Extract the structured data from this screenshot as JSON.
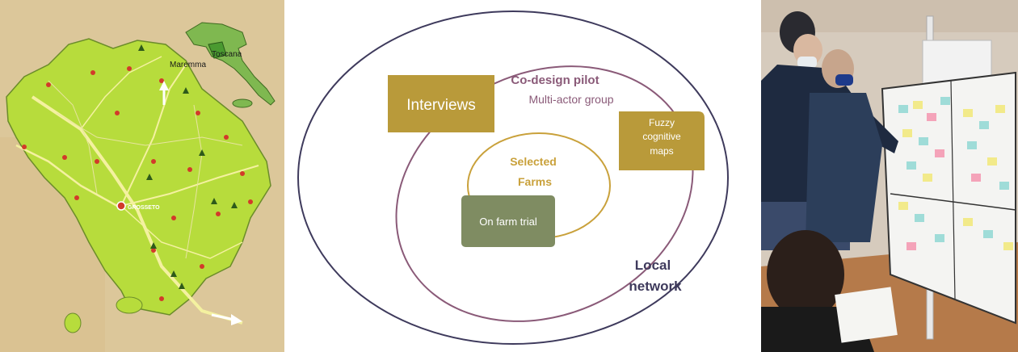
{
  "map": {
    "region_label": "Toscana",
    "area_label": "Maremma",
    "city_label": "GROSSETO",
    "colors": {
      "land": "#b7dc3c",
      "sea_bg": "#dcc79a",
      "roads": "#f4f1a0",
      "italy": "#7fb850"
    }
  },
  "diagram": {
    "outer_label_line1": "Local",
    "outer_label_line2": "network",
    "middle_title": "Co-design pilot",
    "middle_subtitle": "Multi-actor group",
    "inner_label_line1": "Selected",
    "inner_label_line2": "Farms",
    "box_interviews": "Interviews",
    "box_fcm_line1": "Fuzzy",
    "box_fcm_line2": "cognitive",
    "box_fcm_line3": "maps",
    "box_trial": "On farm trial",
    "colors": {
      "outer": "#3e3a5c",
      "middle": "#8a5a78",
      "inner": "#c9a13b",
      "box_gold": "#b99a3a",
      "box_green": "#7f8c62",
      "title_purple": "#8a5a78",
      "text_gold": "#c9a13b"
    }
  },
  "photo": {
    "description_icons": [
      "person-icon",
      "whiteboard-icon",
      "sticky-notes-icon"
    ]
  }
}
